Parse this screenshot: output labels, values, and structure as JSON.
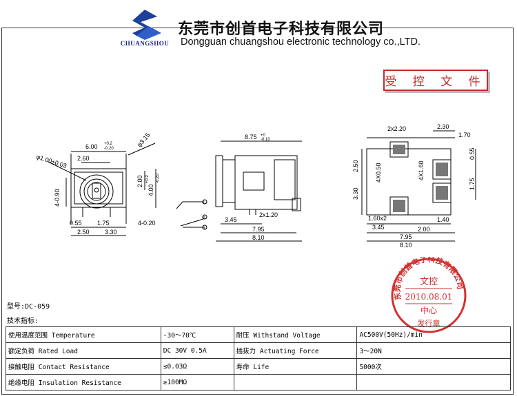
{
  "header": {
    "logo_text": "CHUANGSHOU",
    "company_cn": "东莞市创首电子科技有限公司",
    "company_en": "Dongguan chuangshou electronic technology co.,LTD.",
    "controlled_label": "受 控 文 件"
  },
  "drawing": {
    "front_dims": [
      "6.00",
      "+0.2",
      "-0.20",
      "φ3.15",
      "φ1.00±0.03",
      "2.60",
      "4-0.90",
      "2.00",
      "4.00",
      "+0.2",
      "-0.20",
      "0.55",
      "1.75",
      "2.50",
      "3.30",
      "4-0.20"
    ],
    "side_dims": [
      "8.75",
      "+0",
      "-0.10",
      "2x1.20",
      "3.45",
      "7.95",
      "8.10"
    ],
    "pin_labels": [
      "①",
      "②",
      "③"
    ],
    "bottom_dims": [
      "2x2.20",
      "2.30",
      "1.70",
      "2.50",
      "4X0.50",
      "4X1.60",
      "0.55",
      "1.75",
      "3.30",
      "1.60x2",
      "3.45",
      "1.40",
      "2.00",
      "7.95",
      "8.10"
    ]
  },
  "stamp": {
    "ring": "东莞市创首电子科技有限公司",
    "line1": "文控",
    "date": "2010.08.01",
    "line2": "中心",
    "line3": "发行章"
  },
  "model": "型号:DC-059",
  "spec_title": "技术指标:",
  "specs": [
    [
      "使用温度范围 Temperature",
      "-30～70℃",
      "耐压 Withstand Voltage",
      "AC500V(50Hz)/min"
    ],
    [
      "额定负荷 Rated Load",
      "DC 30V 0.5A",
      "插拔力 Actuating Force",
      "3～20N"
    ],
    [
      "接触电阻 Contact Resistance",
      "≤0.03Ω",
      "寿命 Life",
      "5000次"
    ],
    [
      "绝缘电阻 Insulation Resistance",
      "≥100MΩ",
      "",
      ""
    ]
  ]
}
